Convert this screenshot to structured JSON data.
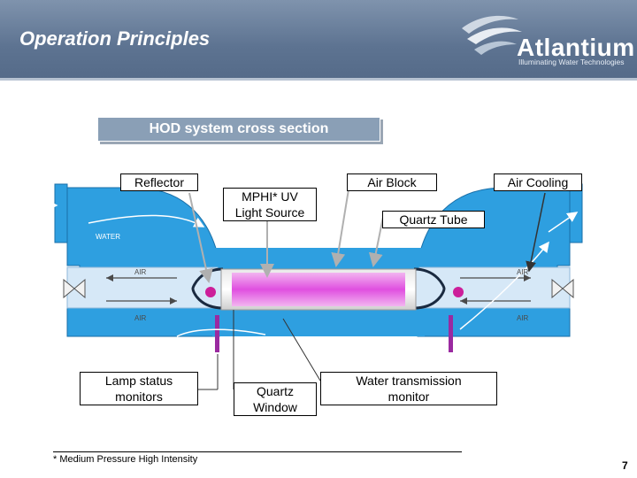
{
  "header": {
    "title": "Operation Principles",
    "logo_name": "Atlantium",
    "logo_tagline": "Illuminating Water Technologies"
  },
  "section_title": "HOD system cross section",
  "labels": {
    "reflector": "Reflector",
    "uv_source_line1": "MPHI* UV",
    "uv_source_line2": "Light Source",
    "air_block": "Air Block",
    "air_cooling": "Air Cooling",
    "quartz_tube": "Quartz Tube",
    "water": "WATER",
    "air": "AIR",
    "lamp_status_line1": "Lamp status",
    "lamp_status_line2": "monitors",
    "quartz_window_line1": "Quartz",
    "quartz_window_line2": "Window",
    "water_monitor_line1": "Water transmission",
    "water_monitor_line2": "monitor"
  },
  "footnote": "* Medium Pressure High Intensity",
  "page_number": "7",
  "colors": {
    "header": "#5d7391",
    "water_blue": "#2e9fe0",
    "light_blue": "#cfe4f6",
    "uv_pink": "#e255e0",
    "lamp_magenta": "#cc1f9a"
  }
}
